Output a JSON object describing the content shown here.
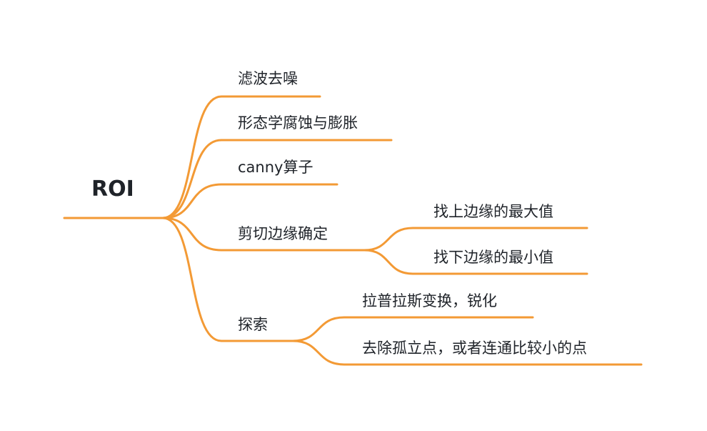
{
  "root": {
    "label": "ROI"
  },
  "branches": [
    {
      "label": "滤波去噪"
    },
    {
      "label": "形态学腐蚀与膨胀"
    },
    {
      "label": "canny算子"
    },
    {
      "label": "剪切边缘确定",
      "children": [
        {
          "label": "找上边缘的最大值"
        },
        {
          "label": "找下边缘的最小值"
        }
      ]
    },
    {
      "label": "探索",
      "children": [
        {
          "label": "拉普拉斯变换，锐化"
        },
        {
          "label": "去除孤立点，或者连通比较小的点"
        }
      ]
    }
  ],
  "colors": {
    "line": "#f39a35",
    "text": "#1f2329"
  }
}
